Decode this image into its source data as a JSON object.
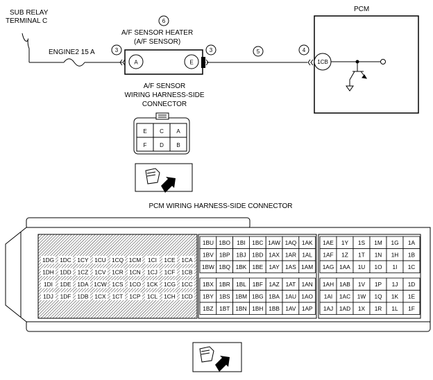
{
  "labels": {
    "sub_relay": [
      "SUB RELAY",
      "TERMINAL C"
    ],
    "fuse": "ENGINE2 15 A",
    "sensor_name": [
      "A/F SENSOR HEATER",
      "(A/F SENSOR)"
    ],
    "pcm": "PCM",
    "sensor_connector_caption": [
      "A/F SENSOR",
      "WIRING HARNESS-SIDE",
      "CONNECTOR"
    ],
    "pcm_connector_caption": "PCM WIRING HARNESS-SIDE CONNECTOR"
  },
  "wire_markers": [
    "6",
    "3",
    "3",
    "5",
    "4"
  ],
  "terminals": {
    "sensor_left": "A",
    "sensor_right": "E",
    "pcm": "1CB"
  },
  "sensor_connector": {
    "rows": [
      [
        "E",
        "C",
        "A"
      ],
      [
        "F",
        "D",
        "B"
      ]
    ]
  },
  "pcm_connector": {
    "left_block": [
      [
        "1DG",
        "1DC",
        "1CY",
        "1CU",
        "1CQ",
        "1CM",
        "1CI",
        "1CE",
        "1CA"
      ],
      [
        "1DH",
        "1DD",
        "1CZ",
        "1CV",
        "1CR",
        "1CN",
        "1CJ",
        "1CF",
        "1CB"
      ],
      [
        "1DI",
        "1DE",
        "1DA",
        "1CW",
        "1CS",
        "1CO",
        "1CK",
        "1CG",
        "1CC"
      ],
      [
        "1DJ",
        "1DF",
        "1DB",
        "1CX",
        "1CT",
        "1CP",
        "1CL",
        "1CH",
        "1CD"
      ]
    ],
    "mid_upper": [
      [
        "1BU",
        "1BO",
        "1BI",
        "1BC",
        "1AW",
        "1AQ",
        "1AK"
      ],
      [
        "1BV",
        "1BP",
        "1BJ",
        "1BD",
        "1AX",
        "1AR",
        "1AL"
      ],
      [
        "1BW",
        "1BQ",
        "1BK",
        "1BE",
        "1AY",
        "1AS",
        "1AM"
      ]
    ],
    "mid_lower": [
      [
        "1BX",
        "1BR",
        "1BL",
        "1BF",
        "1AZ",
        "1AT",
        "1AN"
      ],
      [
        "1BY",
        "1BS",
        "1BM",
        "1BG",
        "1BA",
        "1AU",
        "1AO"
      ],
      [
        "1BZ",
        "1BT",
        "1BN",
        "1BH",
        "1BB",
        "1AV",
        "1AP"
      ]
    ],
    "right_upper": [
      [
        "1AE",
        "1Y",
        "1S",
        "1M",
        "1G",
        "1A"
      ],
      [
        "1AF",
        "1Z",
        "1T",
        "1N",
        "1H",
        "1B"
      ],
      [
        "1AG",
        "1AA",
        "1U",
        "1O",
        "1I",
        "1C"
      ]
    ],
    "right_lower": [
      [
        "1AH",
        "1AB",
        "1V",
        "1P",
        "1J",
        "1D"
      ],
      [
        "1AI",
        "1AC",
        "1W",
        "1Q",
        "1K",
        "1E"
      ],
      [
        "1AJ",
        "1AD",
        "1X",
        "1R",
        "1L",
        "1F"
      ]
    ]
  }
}
